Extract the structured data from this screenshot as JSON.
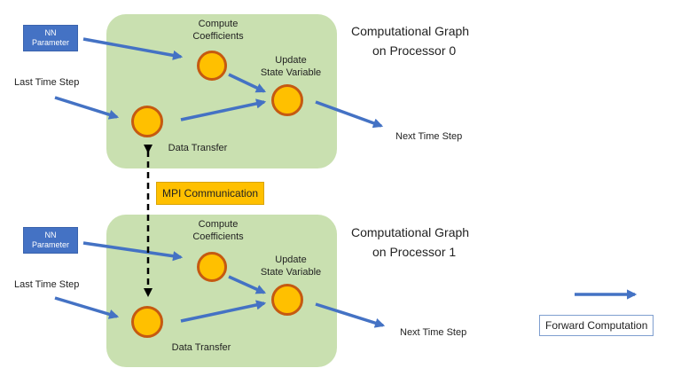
{
  "processors": [
    {
      "title_line1": "Computational Graph",
      "title_line2": "on Processor 0",
      "nn_line1": "NN",
      "nn_line2": "Parameter",
      "compute_line1": "Compute",
      "compute_line2": "Coefficients",
      "update_line1": "Update",
      "update_line2": "State Variable",
      "data_transfer": "Data Transfer",
      "last_time_step": "Last Time Step",
      "next_time_step": "Next Time Step"
    },
    {
      "title_line1": "Computational Graph",
      "title_line2": "on Processor 1",
      "nn_line1": "NN",
      "nn_line2": "Parameter",
      "compute_line1": "Compute",
      "compute_line2": "Coefficients",
      "update_line1": "Update",
      "update_line2": "State Variable",
      "data_transfer": "Data Transfer",
      "last_time_step": "Last Time Step",
      "next_time_step": "Next Time Step"
    }
  ],
  "mpi_label": "MPI Communication",
  "legend_label": "Forward Computation",
  "colors": {
    "panel": "#c9e0b0",
    "node_fill": "#ffc000",
    "node_border": "#c55a11",
    "arrow": "#4472c4",
    "nn_box": "#4472c4",
    "mpi_box": "#ffc000"
  }
}
